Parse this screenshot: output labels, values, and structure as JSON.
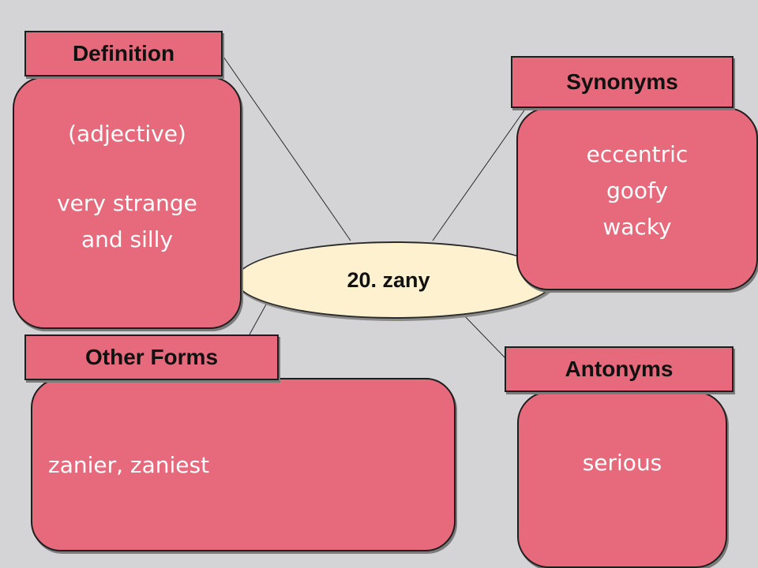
{
  "center": {
    "word": "20. zany"
  },
  "definition": {
    "title": "Definition",
    "part_of_speech": "(adjective)",
    "meaning_lines": [
      "very strange",
      "and silly"
    ]
  },
  "synonyms": {
    "title": "Synonyms",
    "items": [
      "eccentric",
      "goofy",
      "wacky"
    ]
  },
  "other_forms": {
    "title": "Other Forms",
    "text": "zanier, zaniest"
  },
  "antonyms": {
    "title": "Antonyms",
    "items": [
      "serious"
    ]
  },
  "colors": {
    "background": "#d4d4d6",
    "box_fill": "#e66a7b",
    "center_fill": "#fdf1cf",
    "border": "#1e1e1e"
  }
}
